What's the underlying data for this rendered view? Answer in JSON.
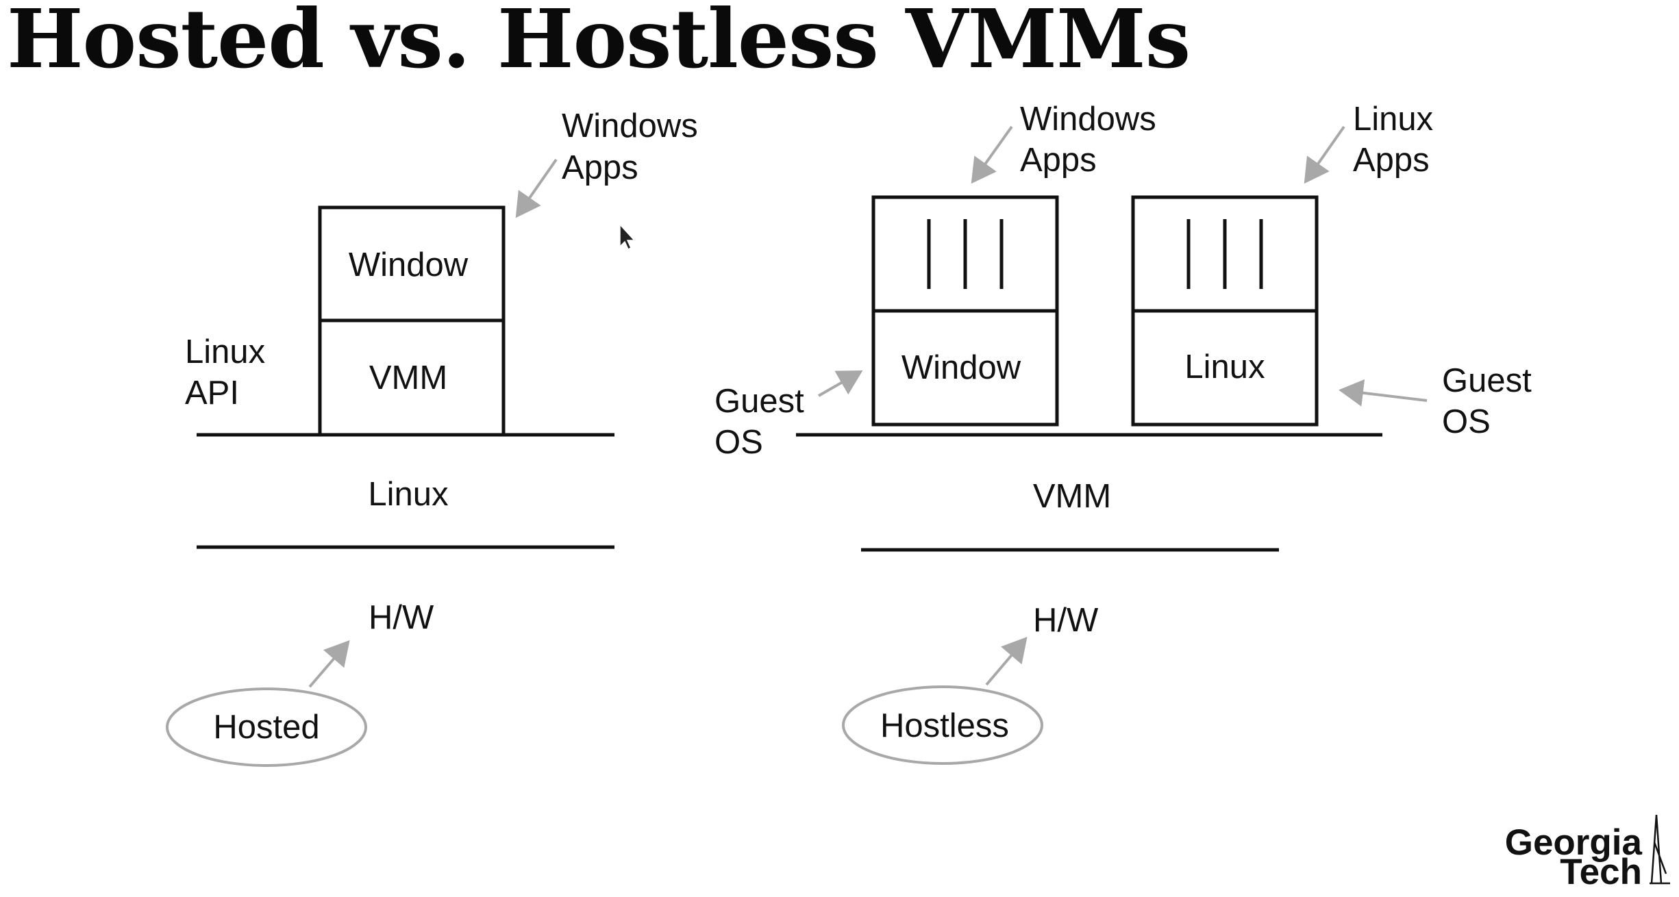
{
  "title": "Hosted vs. Hostless VMMs",
  "hosted": {
    "windows_apps": [
      "Windows",
      "Apps"
    ],
    "window": "Window",
    "vmm": "VMM",
    "linux_api": [
      "Linux",
      "API"
    ],
    "linux": "Linux",
    "hw": "H/W",
    "oval_label": "Hosted"
  },
  "hostless": {
    "windows_apps": [
      "Windows",
      "Apps"
    ],
    "linux_apps": [
      "Linux",
      "Apps"
    ],
    "window": "Window",
    "linux": "Linux",
    "guest_os_left": [
      "Guest",
      "OS"
    ],
    "guest_os_right": [
      "Guest",
      "OS"
    ],
    "vmm": "VMM",
    "hw": "H/W",
    "oval_label": "Hostless"
  },
  "logo": [
    "Georgia",
    "Tech"
  ],
  "colors": {
    "arrow": "#a8a8a8",
    "ink": "#111111"
  }
}
